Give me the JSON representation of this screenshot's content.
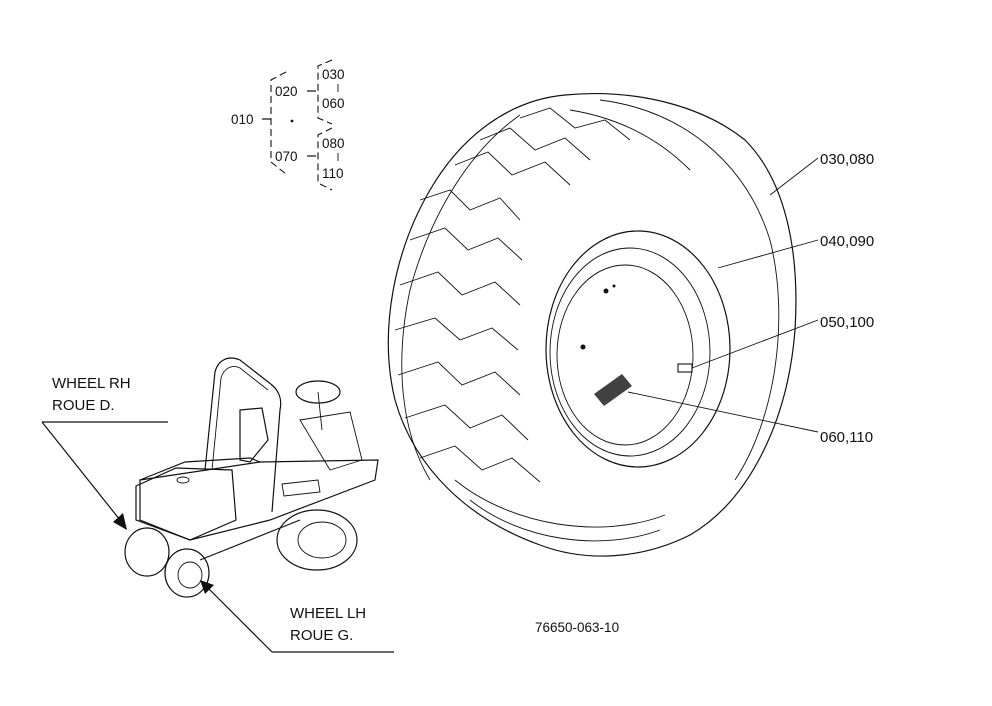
{
  "tree": {
    "root": "010",
    "branch_upper": "020",
    "branch_lower": "070",
    "leaf_upper_top": "030",
    "leaf_upper_bottom": "060",
    "leaf_lower_top": "080",
    "leaf_lower_bottom": "110"
  },
  "callouts": {
    "tire": "030,080",
    "rim": "040,090",
    "valve": "050,100",
    "label": "060,110"
  },
  "wheels": {
    "rh_en": "WHEEL RH",
    "rh_fr": "ROUE D.",
    "lh_en": "WHEEL LH",
    "lh_fr": "ROUE G."
  },
  "figure_code": "76650-063-10",
  "icons": [
    "tractor-illustration",
    "tire-illustration"
  ]
}
